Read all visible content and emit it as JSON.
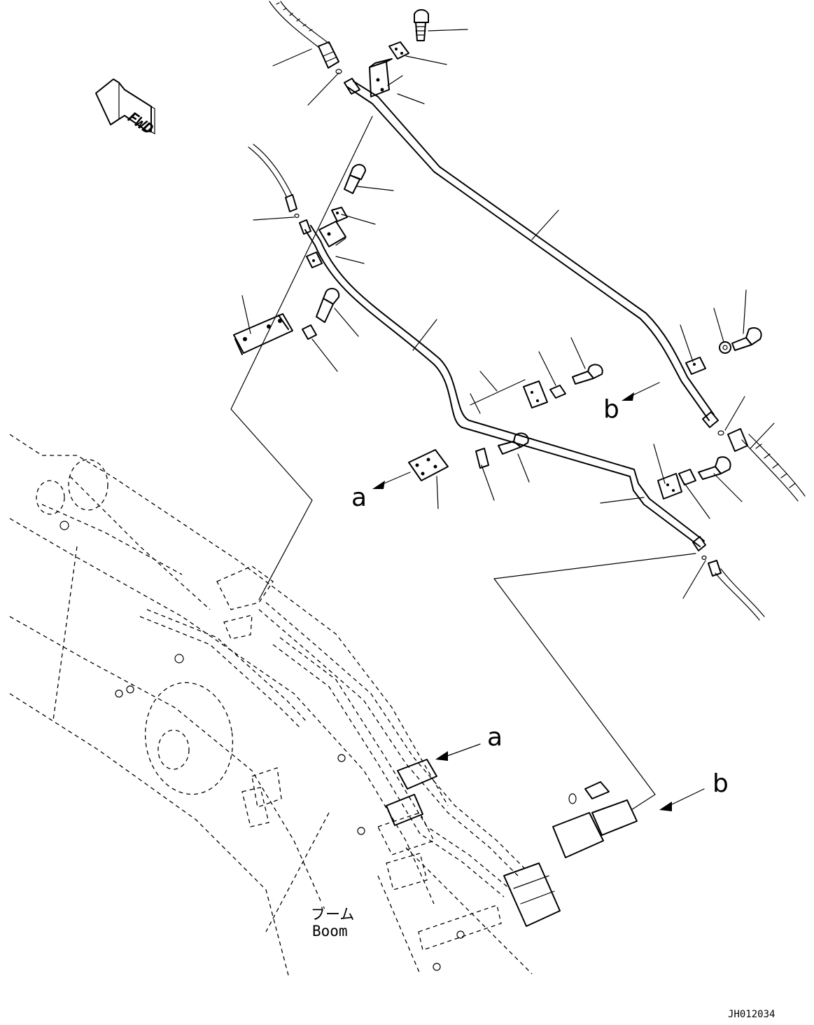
{
  "direction_marker": {
    "text": "FWD",
    "icon": "forward-arrow-icon"
  },
  "callouts": {
    "a_upper": "a",
    "b_upper": "b",
    "a_lower": "a",
    "b_lower": "b"
  },
  "boom_label": {
    "japanese": "ブーム",
    "english": "Boom"
  },
  "drawing_code": "JH012034"
}
